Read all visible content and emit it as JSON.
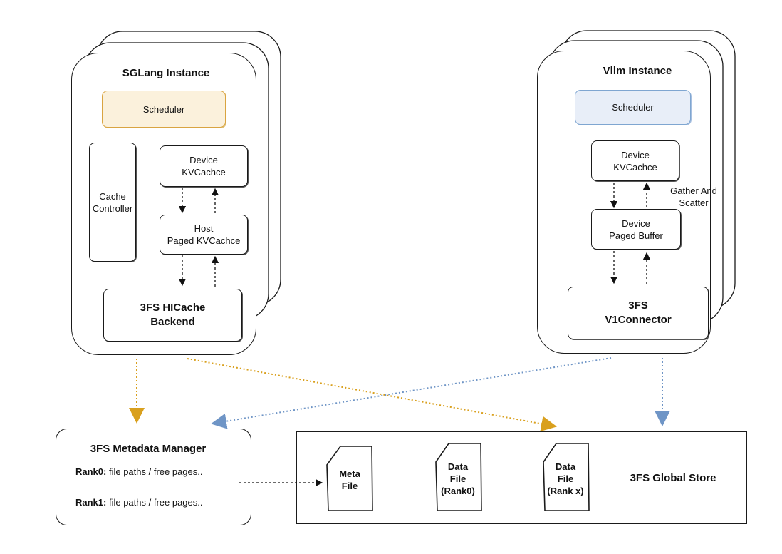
{
  "sglang": {
    "title": "SGLang Instance",
    "scheduler": "Scheduler",
    "cache_controller": "Cache\nController",
    "device_kv": "Device\nKVCachce",
    "host_kv": "Host\nPaged KVCachce",
    "backend": "3FS HICache\nBackend"
  },
  "vllm": {
    "title": "Vllm Instance",
    "scheduler": "Scheduler",
    "device_kv": "Device\nKVCachce",
    "gather_scatter": "Gather And\nScatter",
    "paged_buffer": "Device\nPaged Buffer",
    "connector": "3FS\nV1Connector"
  },
  "metadata_manager": {
    "title": "3FS Metadata Manager",
    "rows": [
      {
        "rank": "Rank0:",
        "text": " file paths / free pages.."
      },
      {
        "rank": "Rank1:",
        "text": " file paths / free pages.."
      }
    ]
  },
  "global_store": {
    "title": "3FS Global Store",
    "files": [
      {
        "label": "Meta\nFile"
      },
      {
        "label": "Data\nFile\n(Rank0)"
      },
      {
        "label": "Data\nFile\n(Rank x)"
      }
    ]
  },
  "colors": {
    "sglang_accent": "#d9a441",
    "vllm_accent": "#7fa6d1",
    "orange_arrow": "#d9a01e",
    "blue_arrow": "#6f95c6"
  }
}
